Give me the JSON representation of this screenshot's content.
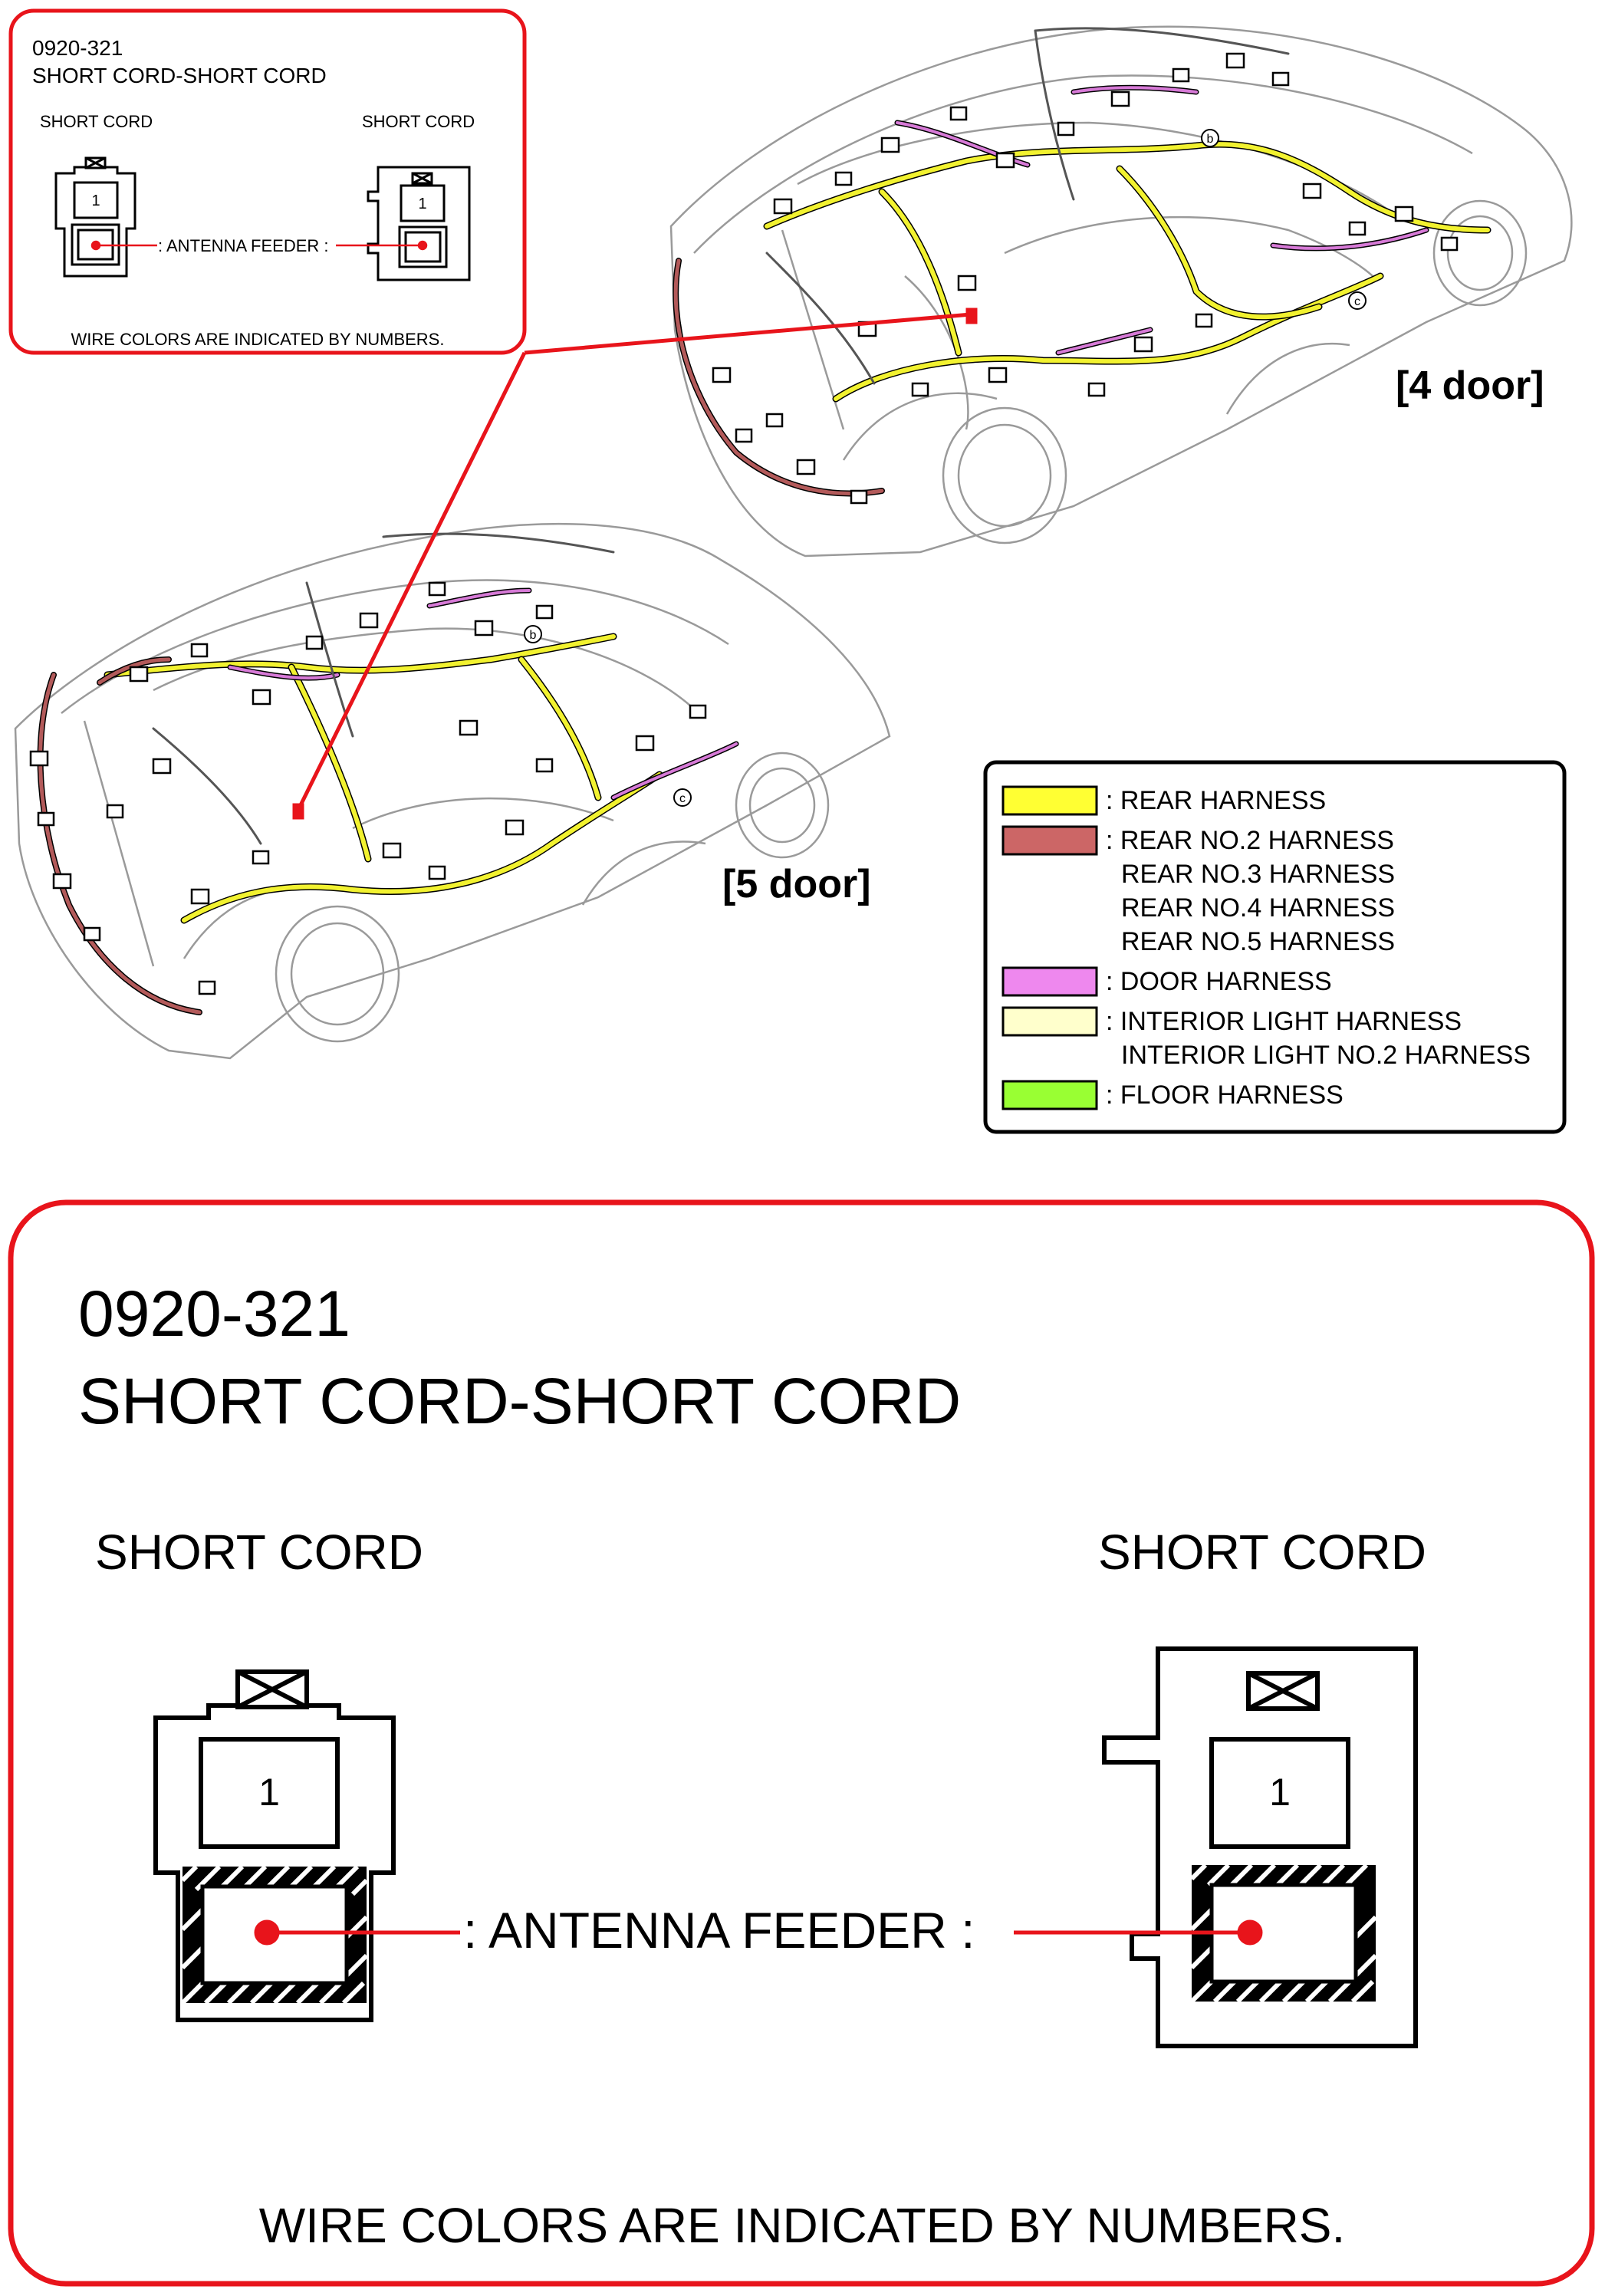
{
  "inset": {
    "code": "0920-321",
    "title": "SHORT CORD-SHORT CORD",
    "left_label": "SHORT CORD",
    "right_label": "SHORT CORD",
    "pin_left": "1",
    "pin_right": "1",
    "feeder_label": ": ANTENNA FEEDER :",
    "note": "WIRE COLORS ARE INDICATED BY NUMBERS."
  },
  "detail": {
    "code": "0920-321",
    "title": "SHORT CORD-SHORT CORD",
    "left_label": "SHORT CORD",
    "right_label": "SHORT CORD",
    "pin_left": "1",
    "pin_right": "1",
    "feeder_label": ": ANTENNA FEEDER :",
    "note": "WIRE COLORS ARE INDICATED BY NUMBERS."
  },
  "cars": {
    "four_door_label": "[4 door]",
    "five_door_label": "[5 door]",
    "marker_b": "b",
    "marker_c": "c"
  },
  "legend": {
    "items": [
      {
        "color": "#ffff33",
        "lines": [
          ": REAR HARNESS"
        ]
      },
      {
        "color": "#cc6666",
        "lines": [
          ": REAR NO.2 HARNESS",
          "REAR NO.3 HARNESS",
          "REAR NO.4 HARNESS",
          "REAR NO.5 HARNESS"
        ]
      },
      {
        "color": "#ee88ee",
        "lines": [
          ": DOOR HARNESS"
        ]
      },
      {
        "color": "#ffffcc",
        "lines": [
          ": INTERIOR LIGHT HARNESS",
          "INTERIOR LIGHT NO.2 HARNESS"
        ]
      },
      {
        "color": "#99ff33",
        "lines": [
          ": FLOOR HARNESS"
        ]
      }
    ]
  },
  "colors": {
    "frame_red": "#e8141b",
    "wire_yellow": "#f2f230",
    "wire_brown": "#b35a5a",
    "wire_pink": "#d77ad7",
    "outline_gray": "#9a9a9a"
  }
}
